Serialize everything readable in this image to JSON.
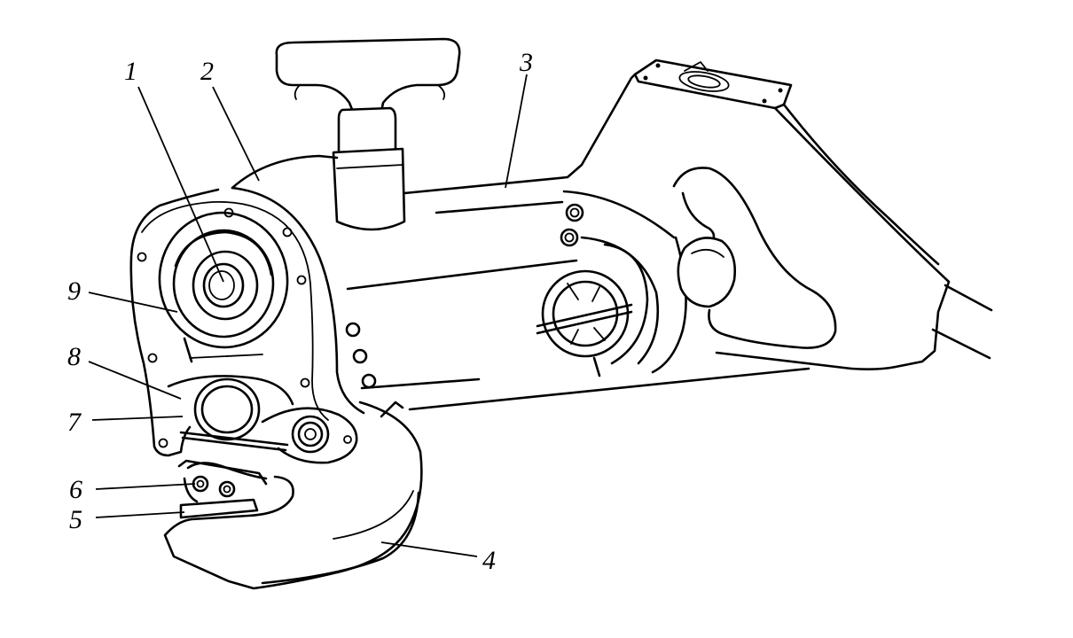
{
  "diagram": {
    "callouts": [
      {
        "id": "c1",
        "number": "1"
      },
      {
        "id": "c2",
        "number": "2"
      },
      {
        "id": "c3",
        "number": "3"
      },
      {
        "id": "c4",
        "number": "4"
      },
      {
        "id": "c5",
        "number": "5"
      },
      {
        "id": "c6",
        "number": "6"
      },
      {
        "id": "c7",
        "number": "7"
      },
      {
        "id": "c8",
        "number": "8"
      },
      {
        "id": "c9",
        "number": "9"
      }
    ],
    "line_color": "#000000",
    "background_color": "#ffffff"
  }
}
